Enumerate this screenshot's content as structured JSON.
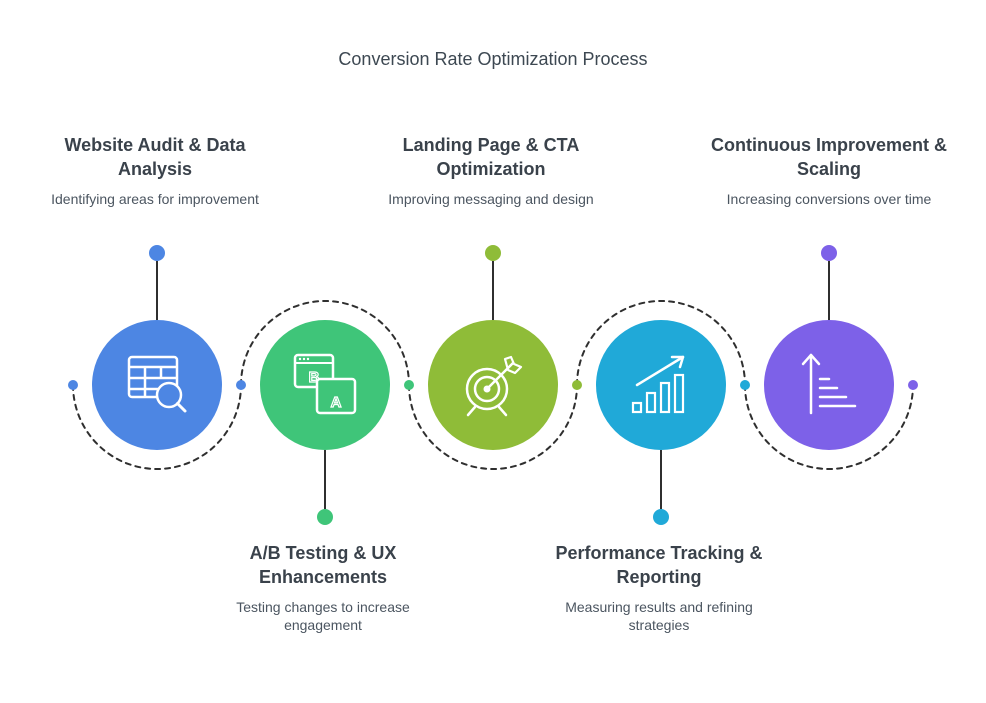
{
  "title": "Conversion Rate Optimization Process",
  "colors": {
    "blue": "#4d86e3",
    "green": "#3fc579",
    "lime": "#8fbc38",
    "cyan": "#20a9d8",
    "purple": "#7d61e8",
    "dash": "#2f2f2f",
    "connector": "#2f2f2f"
  },
  "steps": [
    {
      "title": "Website Audit & Data Analysis",
      "description": "Identifying areas for improvement",
      "icon": "table-search-icon",
      "color": "#4d86e3"
    },
    {
      "title": "A/B Testing & UX Enhancements",
      "description": "Testing changes to increase engagement",
      "icon": "ab-test-icon",
      "color": "#3fc579"
    },
    {
      "title": "Landing Page & CTA Optimization",
      "description": "Improving messaging and design",
      "icon": "target-icon",
      "color": "#8fbc38"
    },
    {
      "title": "Performance Tracking & Reporting",
      "description": "Measuring results and refining strategies",
      "icon": "growth-chart-icon",
      "color": "#20a9d8"
    },
    {
      "title": "Continuous Improvement & Scaling",
      "description": "Increasing conversions over time",
      "icon": "scaling-arrow-icon",
      "color": "#7d61e8"
    }
  ]
}
